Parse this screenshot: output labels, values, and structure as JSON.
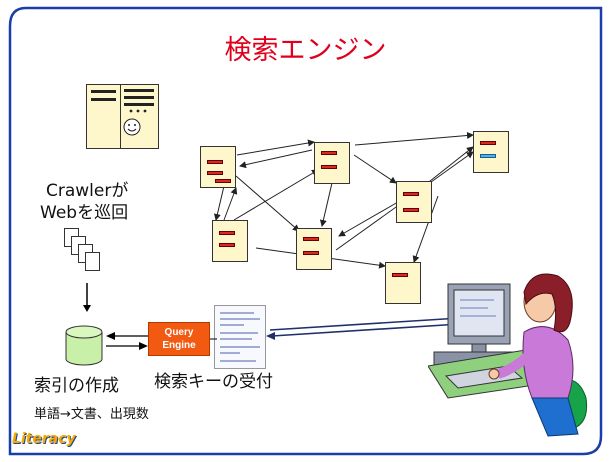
{
  "title": "検索エンジン",
  "crawler_label_1": "Crawlerが",
  "crawler_label_2": "Webを巡回",
  "index_label": "索引の作成",
  "index_sub": "単語→文書、出現数",
  "query_engine_line1": "Query",
  "query_engine_line2": "Engine",
  "search_label": "検索キーの受付",
  "logo": "Literacy",
  "colors": {
    "title": "#e0001b",
    "frame": "#1a3ea8",
    "page_fill": "#fff7cc",
    "link_mark": "#d62b1e",
    "query_engine": "#f25a12",
    "cylinder": "#c8f0a8"
  }
}
